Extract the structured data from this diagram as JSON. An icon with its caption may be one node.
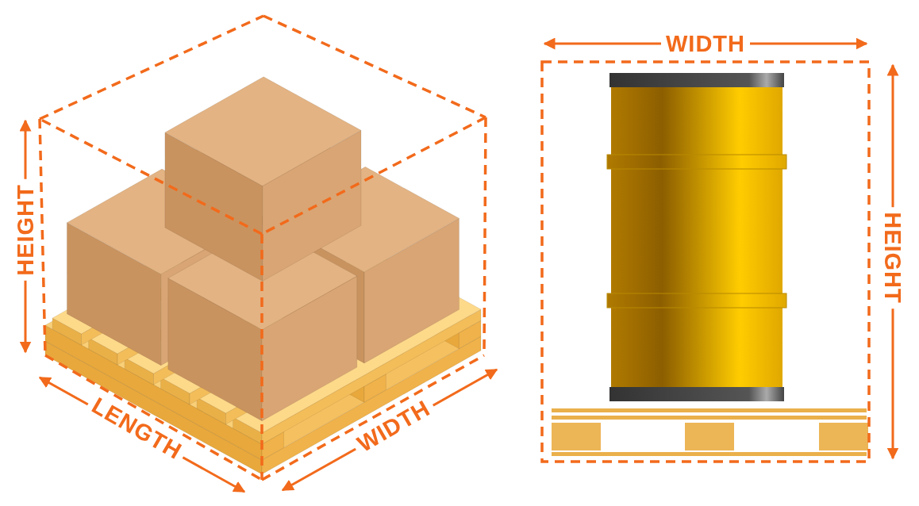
{
  "diagram": {
    "labels": [
      "WIDTH",
      "HEIGHT",
      "HEIGHT",
      "LENGTH",
      "WIDTH"
    ]
  }
}
